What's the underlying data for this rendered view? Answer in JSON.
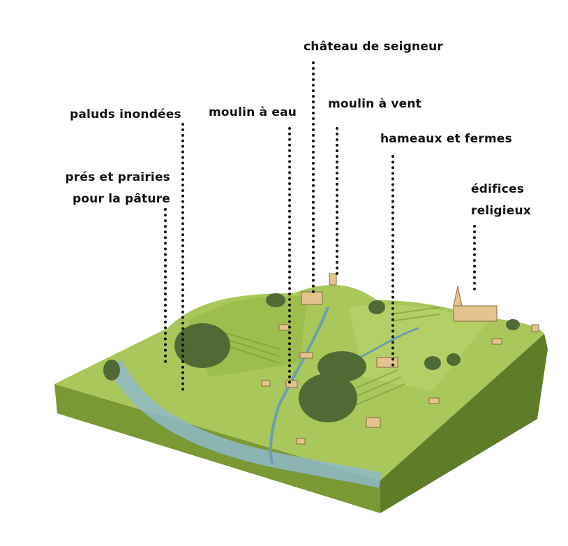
{
  "labels": {
    "chateau": "château de seigneur",
    "paluds": "paluds inondées",
    "moulin_eau": "moulin à eau",
    "moulin_vent": "moulin à vent",
    "hameaux": "hameaux et fermes",
    "edifices_1": "édifices",
    "edifices_2": "religieux",
    "pres_1": "prés et prairies",
    "pres_2": "pour la pâture"
  },
  "colors": {
    "grass": "#a9c75a",
    "grass_dark": "#7f9f3c",
    "side_face": "#6d8a2e",
    "river": "#8fb8c9",
    "trees": "#4f6a35",
    "buildings": "#e3c48f"
  }
}
